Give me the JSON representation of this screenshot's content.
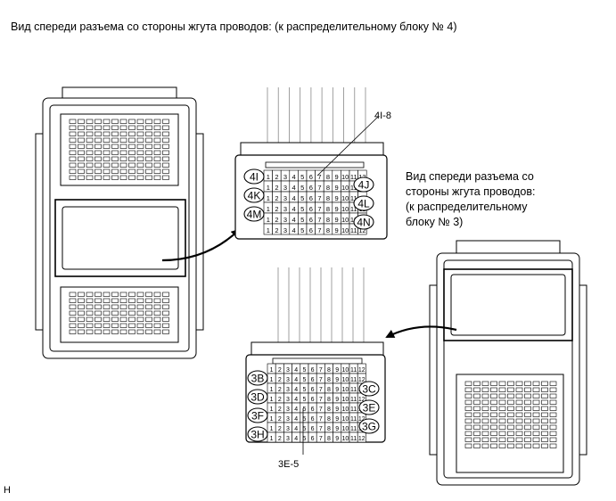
{
  "captions": {
    "top": "Вид спереди разъема со стороны жгута проводов: (к распределительному блоку № 4)",
    "right": "Вид спереди разъема со\nстороны жгута проводов:\n(к распределительному\nблоку № 3)"
  },
  "pin_numbers": [
    "1",
    "2",
    "3",
    "4",
    "5",
    "6",
    "7",
    "8",
    "9",
    "10",
    "11",
    "12"
  ],
  "upper_connector": {
    "callout": "4I-8",
    "labels_left": [
      "4I",
      "4K",
      "4M"
    ],
    "labels_right": [
      "4J",
      "4L",
      "4N"
    ]
  },
  "lower_connector": {
    "callout": "3E-5",
    "labels_left": [
      "3B",
      "3D",
      "3F",
      "3H"
    ],
    "labels_right": [
      "3C",
      "3E",
      "3G"
    ]
  },
  "footnote": "H"
}
